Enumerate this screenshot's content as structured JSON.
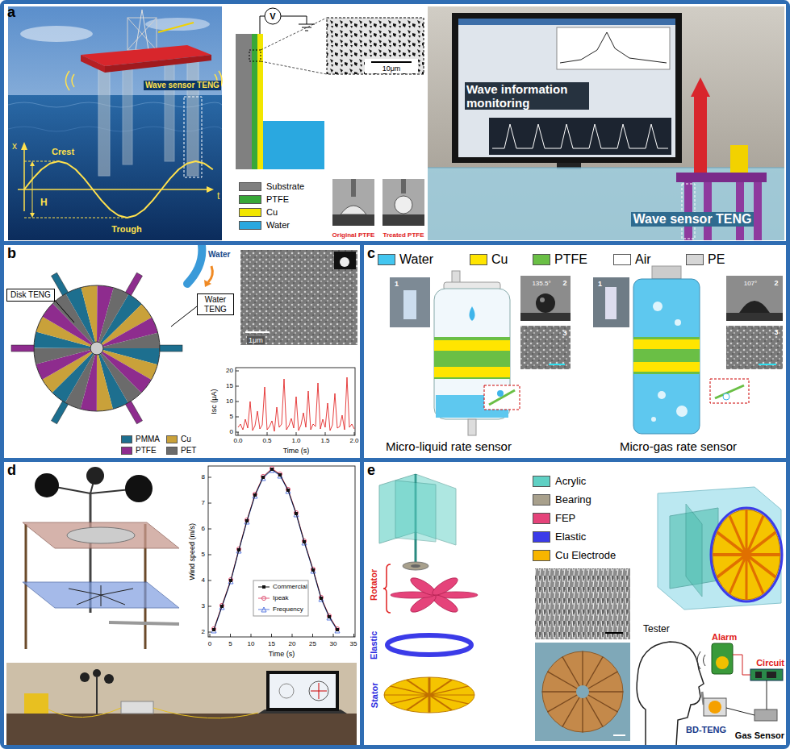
{
  "diagram": {
    "nodes": [
      {
        "text": [
          "a"
        ]
      },
      {
        "text": [
          "b"
        ]
      },
      {
        "text": [
          "Disk TENG"
        ],
        "in": 1
      },
      {
        "text": [
          "Water TENG"
        ],
        "in": 1
      },
      {
        "text": [
          "c"
        ]
      },
      {
        "text": [
          "d"
        ]
      },
      {
        "text": [
          "e"
        ]
      }
    ],
    "labels": [
      "Wave sensor TENG",
      "x",
      "Crest",
      "H",
      "t",
      "Trough",
      "V",
      "10μm",
      "Original PTFE",
      "Treated PTFE",
      "Wave information monitoring",
      "Wave sensor TENG",
      "Water",
      "1μm",
      "Isc (μA)",
      "0",
      "5",
      "10",
      "15",
      "20",
      "0.0",
      "0.5",
      "1.0",
      "1.5",
      "2.0",
      "Time (s)",
      "1",
      "2",
      "3",
      "135.5°",
      "Micro-liquid rate sensor",
      "1",
      "2",
      "3",
      "107°",
      "Micro-gas rate sensor",
      "Wind speed (m/s)",
      "2",
      "3",
      "4",
      "5",
      "6",
      "7",
      "8",
      "0",
      "5",
      "10",
      "15",
      "20",
      "25",
      "30",
      "35",
      "Time (s)",
      "Rotator",
      "Elastic",
      "Stator",
      "Tester",
      "Alarm",
      "Circuit",
      "BD-TENG",
      "Gas Sensor"
    ],
    "legend": [
      {
        "text": "Substrate",
        "color": "#808080"
      },
      {
        "text": "PTFE",
        "color": "#38a838"
      },
      {
        "text": "Cu",
        "color": "#f2e600"
      },
      {
        "text": "Water",
        "color": "#2aa8e0"
      },
      {
        "text": "PMMA",
        "color": "#1d6f8f"
      },
      {
        "text": "Cu",
        "color": "#c9a13a"
      },
      {
        "text": "PTFE",
        "color": "#8e2c8e"
      },
      {
        "text": "PET",
        "color": "#6b6b6b"
      },
      {
        "text": "Water",
        "color": "#43c6f0"
      },
      {
        "text": "Cu",
        "color": "#ffe500"
      },
      {
        "text": "PTFE",
        "color": "#6abf45"
      },
      {
        "text": "Air",
        "color": "#ffffff"
      },
      {
        "text": "PE",
        "color": "#d6d6d6"
      },
      {
        "text": "Commercial"
      },
      {
        "text": "Ipeak"
      },
      {
        "text": "Frequency"
      },
      {
        "text": "Acrylic",
        "color": "#5fd0c4"
      },
      {
        "text": "Bearing",
        "color": "#a8a08c"
      },
      {
        "text": "FEP",
        "color": "#e5437a"
      },
      {
        "text": "Elastic",
        "color": "#3b3be8"
      },
      {
        "text": "Cu Electrode",
        "color": "#f7b500"
      }
    ]
  }
}
